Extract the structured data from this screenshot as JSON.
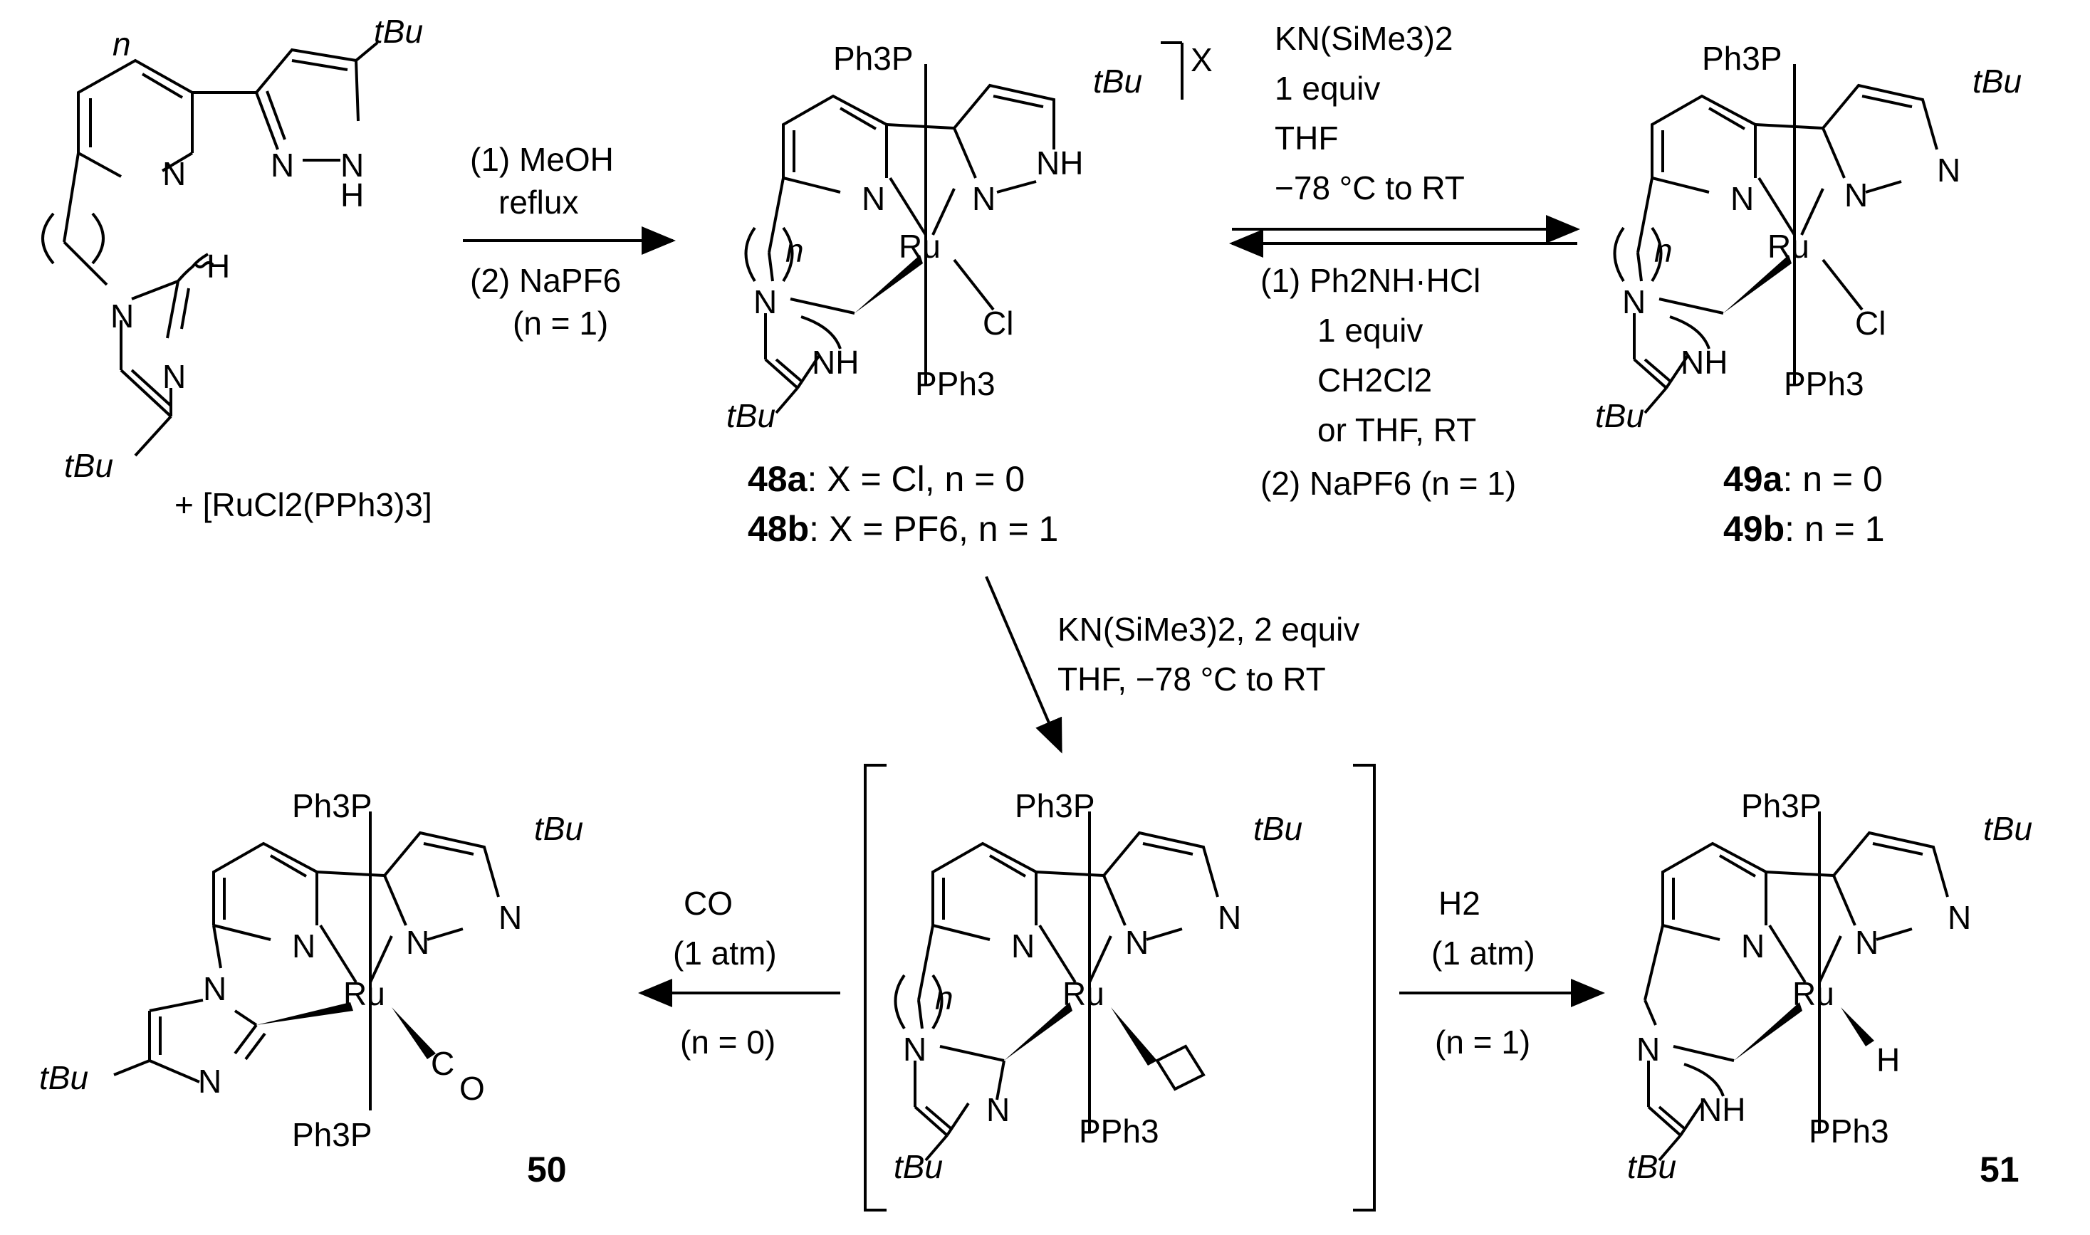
{
  "scheme": {
    "reactants": {
      "atoms": {
        "N_py": "N",
        "N_pz1": "N",
        "N_pz2": "N",
        "H_pz": "H",
        "tBu_pz": "tBu",
        "N_im1": "N",
        "N_im3": "N",
        "H_im": "H",
        "tBu_im": "tBu",
        "n_label": "n"
      },
      "reagent": "+ [RuCl2(PPh3)3]"
    },
    "arrow1": {
      "line1": "(1) MeOH",
      "line2": "reflux",
      "line3": "(2) NaPF6",
      "line4": "(n = 1)"
    },
    "compound48": {
      "atoms": {
        "Ph3P": "Ph3P",
        "PPh3": "PPh3",
        "Ru": "Ru",
        "Cl": "Cl",
        "X": "X",
        "N_py": "N",
        "N_pz1": "N",
        "NH_pz": "NH",
        "tBu_pz": "tBu",
        "N_im": "N",
        "NH_im": "NH",
        "tBu_im": "tBu",
        "n_label": "n"
      },
      "label_a_bold": "48a",
      "label_a_rest": ": X = Cl, n = 0",
      "label_b_bold": "48b",
      "label_b_rest": ": X = PF6, n = 1"
    },
    "arrow_eq_forward": {
      "line1": "KN(SiMe3)2",
      "line2": "1 equiv",
      "line3": "THF",
      "line4": "−78 °C to RT"
    },
    "arrow_eq_reverse": {
      "line1": "(1) Ph2NH·HCl",
      "line2": "1 equiv",
      "line3": "CH2Cl2",
      "line4": "or THF, RT",
      "line5": "(2) NaPF6 (n = 1)"
    },
    "compound49": {
      "atoms": {
        "Ph3P": "Ph3P",
        "PPh3": "PPh3",
        "Ru": "Ru",
        "Cl": "Cl",
        "N_py": "N",
        "N_pz1": "N",
        "N_pz2": "N",
        "tBu_pz": "tBu",
        "N_im": "N",
        "NH_im": "NH",
        "tBu_im": "tBu",
        "n_label": "n"
      },
      "label_a_bold": "49a",
      "label_a_rest": ": n = 0",
      "label_b_bold": "49b",
      "label_b_rest": ": n = 1"
    },
    "arrow_down": {
      "line1": "KN(SiMe3)2, 2 equiv",
      "line2": "THF, −78 °C to RT"
    },
    "intermediate": {
      "atoms": {
        "Ph3P": "Ph3P",
        "PPh3": "PPh3",
        "Ru": "Ru",
        "N_py": "N",
        "N_pz1": "N",
        "N_pz2": "N",
        "tBu_pz": "tBu",
        "N_im1": "N",
        "N_im3": "N",
        "tBu_im": "tBu",
        "n_label": "n"
      }
    },
    "arrow_co": {
      "line1": "CO",
      "line2": "(1 atm)",
      "line3": "(n = 0)"
    },
    "compound50": {
      "atoms": {
        "Ph3P_top": "Ph3P",
        "Ph3P_bottom": "Ph3P",
        "Ru": "Ru",
        "C": "C",
        "O": "O",
        "N_py": "N",
        "N_pz1": "N",
        "N_pz2": "N",
        "tBu_pz": "tBu",
        "N_im1": "N",
        "N_im3": "N",
        "tBu_im": "tBu"
      },
      "label": "50"
    },
    "arrow_h2": {
      "line1": "H2",
      "line2": "(1 atm)",
      "line3": "(n = 1)"
    },
    "compound51": {
      "atoms": {
        "Ph3P": "Ph3P",
        "PPh3": "PPh3",
        "Ru": "Ru",
        "H": "H",
        "N_py": "N",
        "N_pz1": "N",
        "N_pz2": "N",
        "tBu_pz": "tBu",
        "N_im": "N",
        "NH_im": "NH",
        "tBu_im": "tBu"
      },
      "label": "51"
    }
  }
}
